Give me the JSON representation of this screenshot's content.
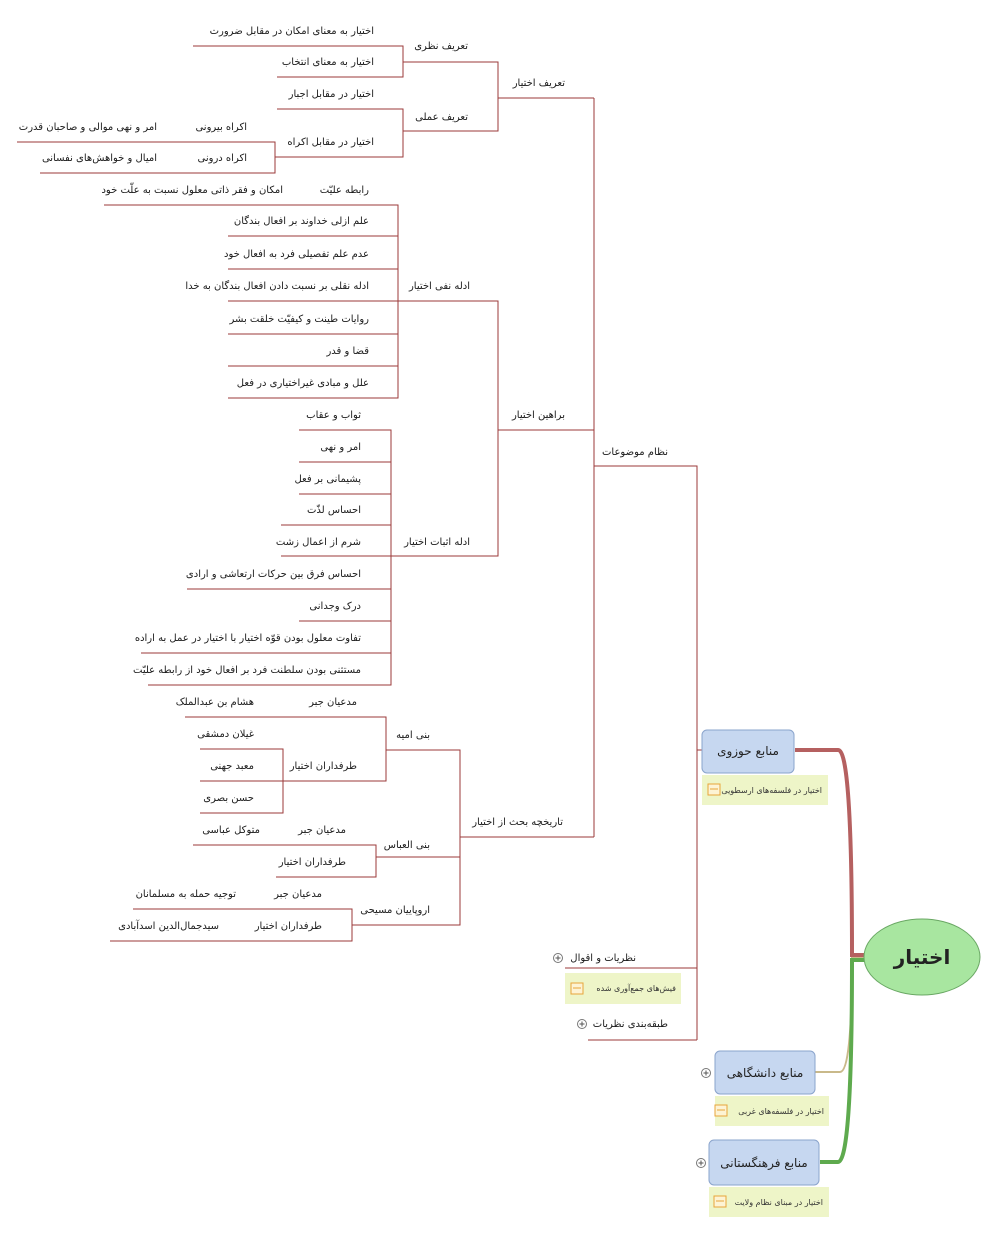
{
  "root": {
    "label": "اختیار"
  },
  "colors": {
    "red_branch": "#b56060",
    "green_branch": "#5eaa4e",
    "leaf_line": "#9b3a3a",
    "main_fill": "#c6d7f0",
    "main_stroke": "#8aa4cc",
    "root_fill": "#a8e6a0",
    "note_fill": "#eef5c8",
    "note_icon": "#e8a53a"
  },
  "icons": {
    "expand": "plus-circle-icon",
    "note": "note-icon"
  },
  "main_topics": {
    "hozavi": "منابع حوزوی",
    "daneshgahi": "منابع دانشگاهی",
    "farhangestani": "منابع فرهنگستانی"
  },
  "notes": {
    "hozavi": "اختیار در فلسفه‌های ارسطویی",
    "daneshgahi": "اختیار در فلسفه‌های غربی",
    "farhangestani": "اختیار در مبنای نظام ولایت",
    "fishha": "فیش‌های جمع‌آوری شده"
  },
  "branches": {
    "nezam": "نظام موضوعات",
    "nazariyat": "نظریات و اقوال",
    "tabaghe": "طبقه‌بندی نظریات"
  },
  "tarif": {
    "title": "تعریف اختیار",
    "nazari": {
      "title": "تعریف نظری",
      "items": [
        "اختیار به معنای امکان در مقابل ضرورت",
        "اختیار به معنای انتخاب"
      ]
    },
    "amali": {
      "title": "تعریف عملی",
      "ejbar": "اختیار در مقابل اجبار",
      "ekrah": "اختیار در مقابل اکراه",
      "birooni": "اکراه بیرونی",
      "birooni_leaf": "امر و نهی موالی و صاحبان قدرت",
      "darooni": "اکراه درونی",
      "darooni_leaf": "امیال و خواهش‌های نفسانی"
    }
  },
  "barahin": {
    "title": "براهین اختیار",
    "nafy": {
      "title": "ادله نفی اختیار",
      "rabete": "رابطه علیّت",
      "rabete_leaf": "امکان و فقر ذاتی معلول نسبت به علّت خود",
      "items": [
        "علم ازلی خداوند بر افعال بندگان",
        "عدم علم تفصیلی فرد به افعال خود",
        "ادله نقلی بر نسبت دادن افعال بندگان به خدا",
        "روایات طینت و کیفیّت خلقت بشر",
        "قضا و قدر",
        "علل و مبادی غیراختیاری در فعل"
      ]
    },
    "esbat": {
      "title": "ادله اثبات اختیار",
      "items": [
        "ثواب و عقاب",
        "امر و نهی",
        "پشیمانی بر فعل",
        "احساس لذّت",
        "شرم از اعمال زشت",
        "احساس فرق بین حرکات ارتعاشی و ارادی",
        "درک وجدانی",
        "تفاوت معلول بودن قوّه اختیار با اختیار در عمل به اراده",
        "مستثنی بودن سلطنت فرد بر افعال خود از رابطه علیّت"
      ]
    }
  },
  "tarikhche": {
    "title": "تاریخچه بحث از اختیار",
    "omayye": {
      "title": "بنی امیه",
      "jabr": "مدعیان جبر",
      "jabr_leaf": "هشام بن عبدالملک",
      "ekhtiar": "طرفداران اختیار",
      "ekhtiar_leaves": [
        "غیلان دمشقی",
        "معبد جهنی",
        "حسن بصری"
      ]
    },
    "abbas": {
      "title": "بنی العباس",
      "jabr": "مدعیان جبر",
      "jabr_leaf": "متوکل عباسی",
      "ekhtiar": "طرفداران اختیار"
    },
    "oroopa": {
      "title": "اروپاییان مسیحی",
      "jabr": "مدعیان جبر",
      "jabr_leaf": "توجیه حمله به مسلمانان",
      "ekhtiar": "طرفداران اختیار",
      "ekhtiar_leaf": "سیدجمال‌الدین اسدآبادی"
    }
  }
}
